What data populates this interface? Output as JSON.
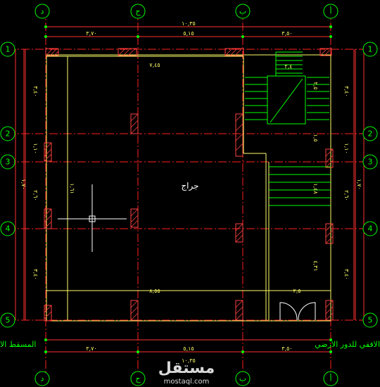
{
  "grid": {
    "columns": [
      "د",
      "ج",
      "ب",
      "أ"
    ],
    "rows": [
      "1",
      "2",
      "3",
      "4",
      "5"
    ]
  },
  "dimensions": {
    "top_total": "١٠,٣٥",
    "top_mid": "٥,١٥",
    "top_left": "٣,٧٠",
    "top_right": "٣,٥٠",
    "bottom_total": "١٠,٣٥",
    "bottom_mid": "٥,١٥",
    "bottom_left": "٣,٧٠",
    "bottom_right": "٣,٥٠",
    "left_1_2": "٣,٤٠",
    "left_2_3": "١,١٠",
    "left_3_4": "٢,٦٠",
    "left_4_5": "٣,٤٠",
    "left_overall": "١,٧٠",
    "right_1_2": "٣,٤٠",
    "right_2_3": "١,١٠",
    "right_3_4": "٢,٦٠",
    "right_4_5": "٣,٤٠",
    "right_overall": "١,٧٠",
    "inner_top": "٧,٤٥",
    "inner_bottom": "٨,٥٥",
    "inner_left": "١,٦١",
    "door_width": "٢,٥",
    "stair_top": "٢,٤",
    "stair_side": "٢,٥",
    "stair_mid": "١,٥",
    "stair_lower": "١,٤٨",
    "stair_bottom": "٤,٣١"
  },
  "labels": {
    "room": "جراج",
    "caption_left": "المسقط الا",
    "caption_right": "الافقي للدور الارضي"
  },
  "watermark": {
    "brand": "مستقل",
    "site": "mostaql.com"
  },
  "colors": {
    "grid": "#ff2020",
    "walls": "#ffff66",
    "hatch": "#ff4040",
    "stairs": "#00ff00",
    "dim": "#ff3030",
    "axis_label": "#00ff00",
    "crosshair": "#ffffff"
  }
}
